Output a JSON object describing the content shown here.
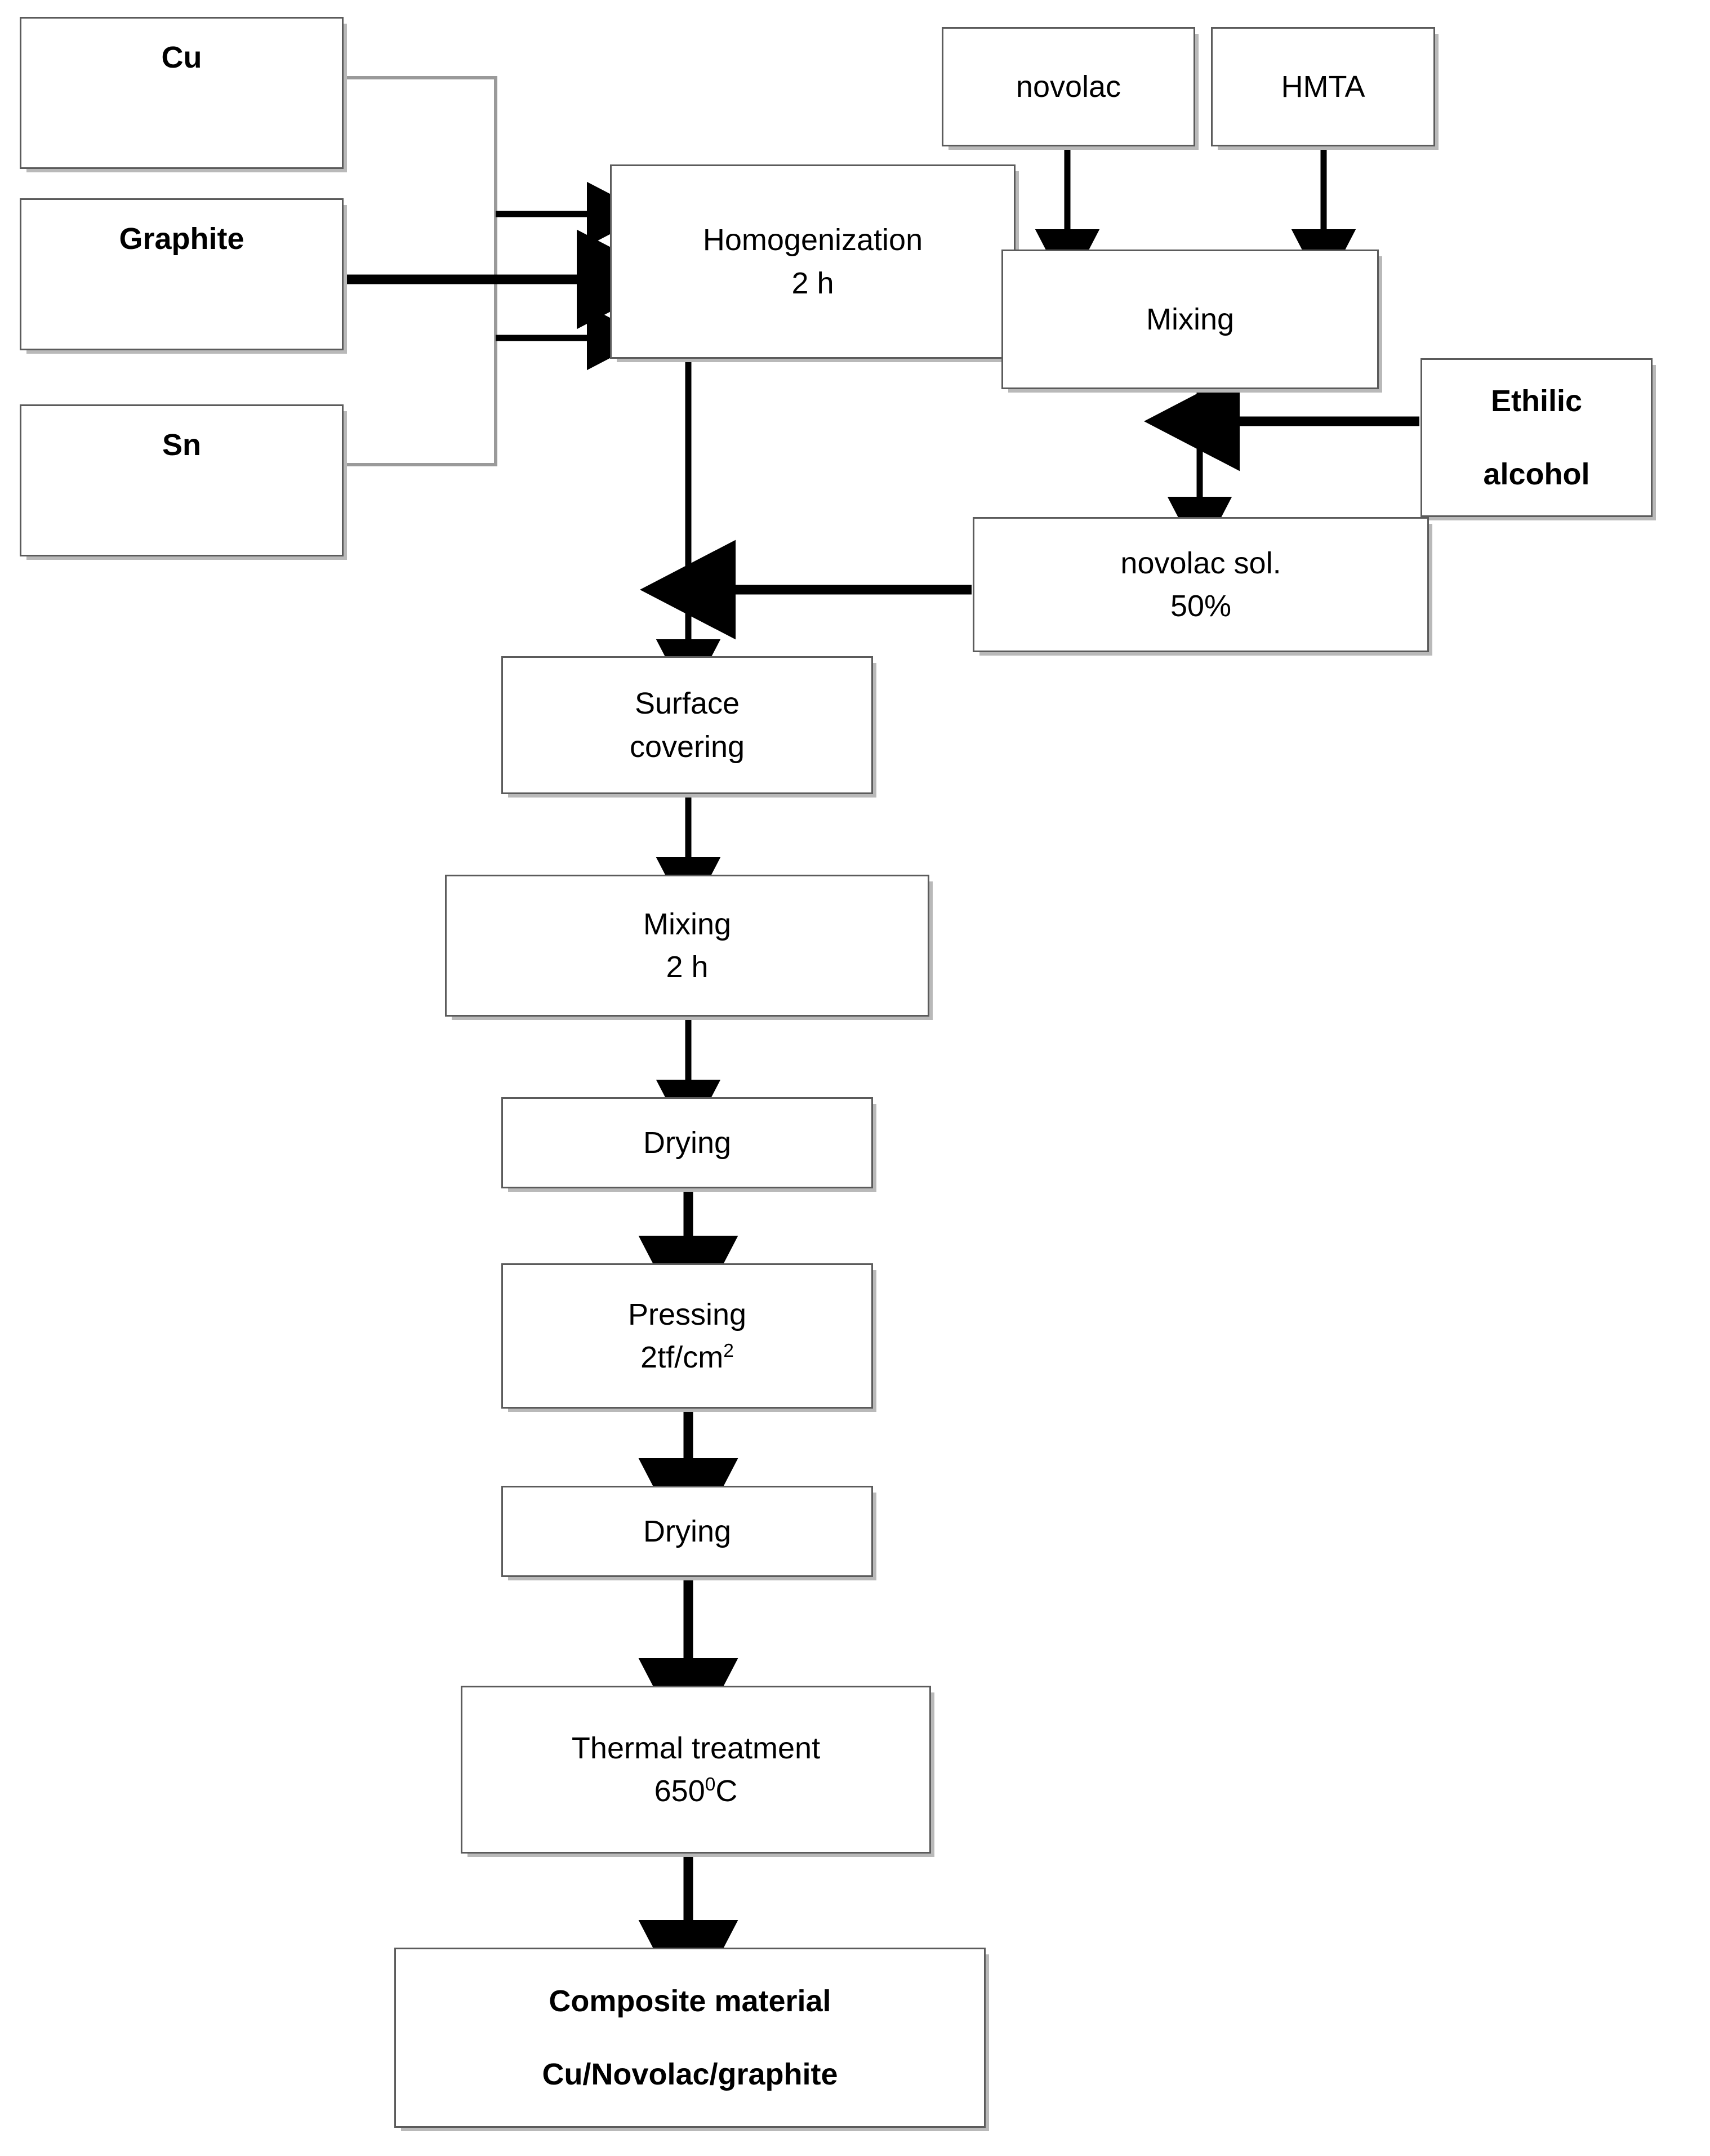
{
  "diagram": {
    "title": "Composite material fabrication flowchart",
    "orientation": "top-to-bottom",
    "background_color": "#ffffff",
    "box_border_color": "#5b5b5b",
    "box_shadow_color": "#b9b9b9",
    "arrow_color": "#000000",
    "thin_connector_color": "#9a9a9a"
  },
  "nodes": {
    "cu": {
      "label": "Cu"
    },
    "graphite": {
      "label": "Graphite"
    },
    "sn": {
      "label": "Sn"
    },
    "homogenization": {
      "line1": "Homogenization",
      "line2": "2 h"
    },
    "novolac": {
      "label": "novolac"
    },
    "hmta": {
      "label": "HMTA"
    },
    "mixing_top": {
      "label": "Mixing"
    },
    "ethilic_alcohol": {
      "line1": "Ethilic",
      "line2": "alcohol"
    },
    "novolac_sol": {
      "line1": "novolac sol.",
      "line2": "50%"
    },
    "surface_covering": {
      "line1": "Surface",
      "line2": "covering"
    },
    "mixing_2h": {
      "line1": "Mixing",
      "line2": "2 h"
    },
    "drying_1": {
      "label": "Drying"
    },
    "pressing": {
      "line1": "Pressing",
      "value": "2tf/cm",
      "exponent": "2"
    },
    "drying_2": {
      "label": "Drying"
    },
    "thermal_treatment": {
      "line1": "Thermal treatment",
      "value": "650",
      "exponent": "0",
      "unit": "C"
    },
    "composite_material": {
      "line1": "Composite material",
      "line2": "Cu/Novolac/graphite"
    }
  },
  "edges": [
    {
      "from": "cu",
      "to": "homogenization",
      "style": "elbow-thin-then-arrow"
    },
    {
      "from": "graphite",
      "to": "homogenization",
      "style": "straight-thick-arrow"
    },
    {
      "from": "sn",
      "to": "homogenization",
      "style": "elbow-thin-then-arrow"
    },
    {
      "from": "novolac",
      "to": "mixing_top",
      "style": "straight-arrow"
    },
    {
      "from": "hmta",
      "to": "mixing_top",
      "style": "straight-arrow"
    },
    {
      "from": "ethilic_alcohol",
      "to": "mixing_top_outflow",
      "style": "left-arrow"
    },
    {
      "from": "mixing_top",
      "to": "novolac_sol",
      "style": "straight-arrow"
    },
    {
      "from": "novolac_sol",
      "to": "main_column",
      "style": "left-arrow"
    },
    {
      "from": "homogenization",
      "to": "surface_covering",
      "style": "straight-arrow"
    },
    {
      "from": "surface_covering",
      "to": "mixing_2h",
      "style": "straight-arrow"
    },
    {
      "from": "mixing_2h",
      "to": "drying_1",
      "style": "straight-arrow"
    },
    {
      "from": "drying_1",
      "to": "pressing",
      "style": "straight-arrow"
    },
    {
      "from": "pressing",
      "to": "drying_2",
      "style": "straight-arrow"
    },
    {
      "from": "drying_2",
      "to": "thermal_treatment",
      "style": "straight-arrow"
    },
    {
      "from": "thermal_treatment",
      "to": "composite_material",
      "style": "straight-arrow"
    }
  ]
}
